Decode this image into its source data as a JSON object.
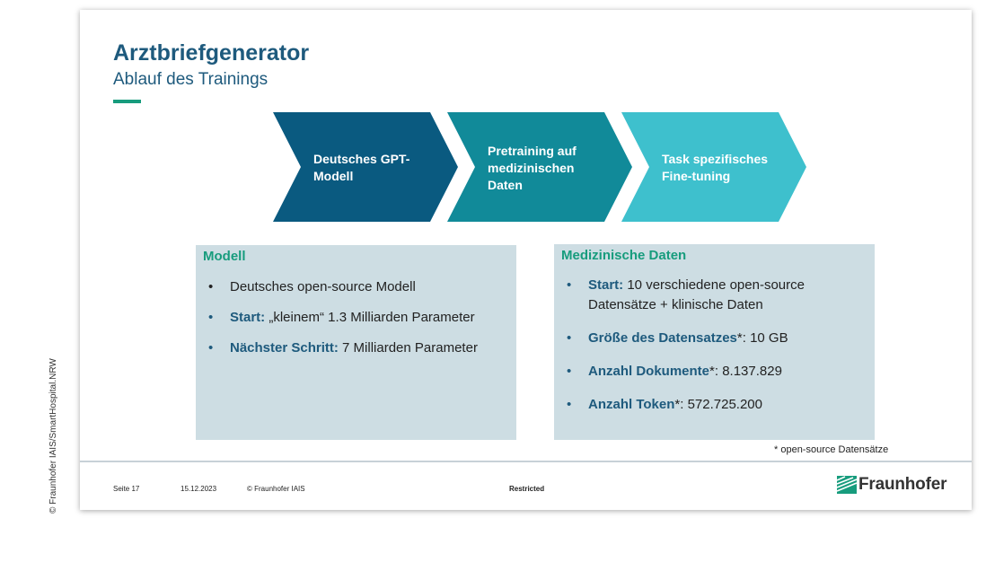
{
  "credit": "© Fraunhofer IAIS/SmartHospital.NRW",
  "slide": {
    "title": "Arztbriefgenerator",
    "subtitle": "Ablauf des Trainings"
  },
  "process": [
    {
      "label_lines": [
        "Deutsches GPT-",
        "Modell"
      ],
      "color": "#0a5a80"
    },
    {
      "label_lines": [
        "Pretraining auf",
        "medizinischen",
        "Daten"
      ],
      "color": "#118a99"
    },
    {
      "label_lines": [
        "Task spezifisches",
        "Fine-tuning"
      ],
      "color": "#3ec0cd"
    }
  ],
  "modell_box": {
    "title": "Modell",
    "items": [
      {
        "key": "",
        "text": "Deutsches open-source Modell"
      },
      {
        "key": "Start:",
        "text": " „kleinem“ 1.3 Milliarden Parameter"
      },
      {
        "key": "Nächster Schritt:",
        "text": " 7 Milliarden Parameter"
      }
    ]
  },
  "daten_box": {
    "title": "Medizinische Daten",
    "items": [
      {
        "key": "Start:",
        "text": " 10 verschiedene open-source Datensätze + klinische Daten"
      },
      {
        "key": "Größe des Datensatzes",
        "text": "*: 10 GB"
      },
      {
        "key": "Anzahl Dokumente",
        "text": "*: 8.137.829"
      },
      {
        "key": "Anzahl Token",
        "text": "*: 572.725.200"
      }
    ]
  },
  "footnote": "* open-source Datensätze",
  "footer": {
    "page": "Seite 17",
    "date": "15.12.2023",
    "copyright": "© Fraunhofer IAIS",
    "classification": "Restricted",
    "logo_text": "Fraunhofer"
  },
  "colors": {
    "accent": "#179c7d",
    "title": "#1e5a7d",
    "box_bg": "#cddde3"
  }
}
